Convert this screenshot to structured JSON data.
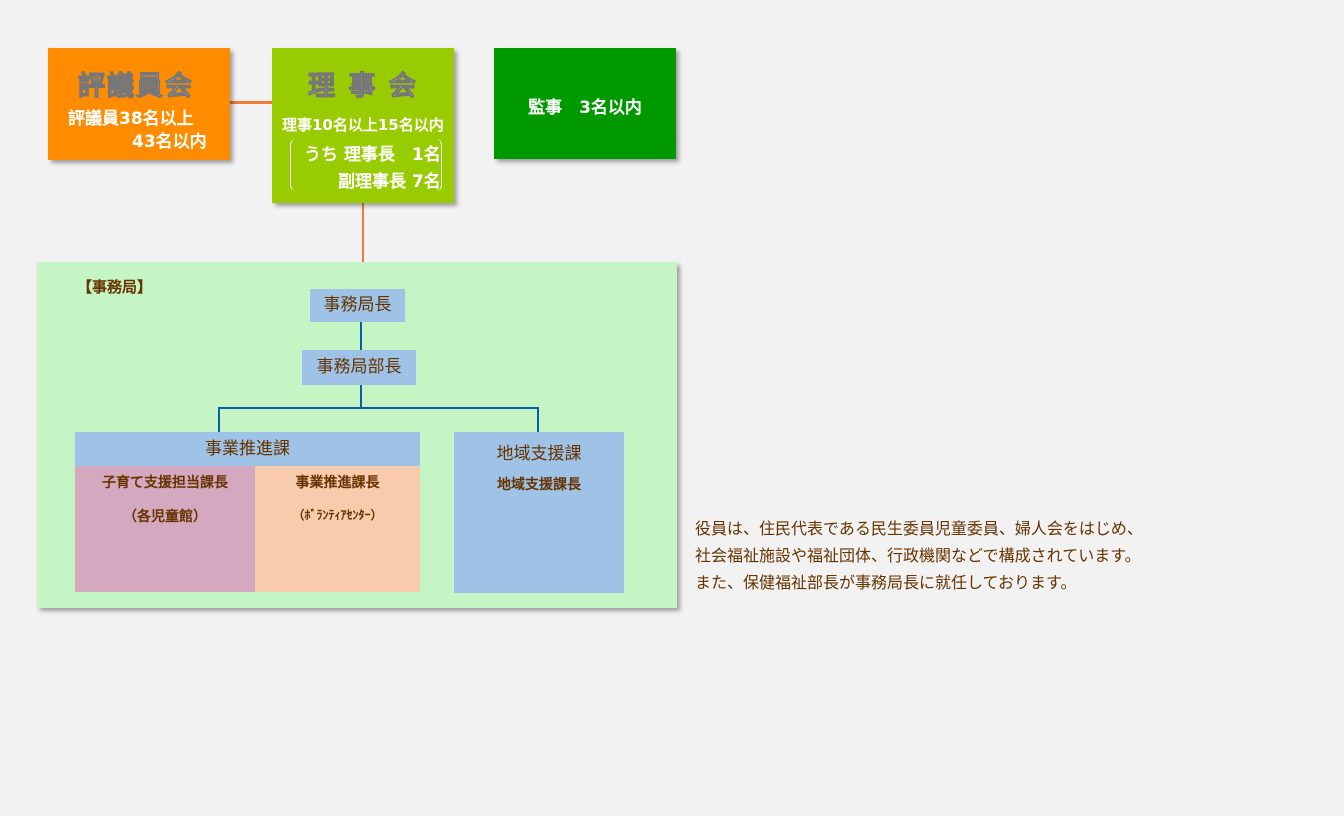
{
  "council": {
    "title": "評議員会",
    "line1": "評議員38名以上",
    "line2": "43名以内"
  },
  "board": {
    "title": "理 事 会",
    "line1": "理事10名以上15名以内",
    "line2": "うち 理事長　1名",
    "line3": "副理事長 7名"
  },
  "auditor": {
    "title": "監事　3名以内"
  },
  "secretariat": {
    "label": "【事務局】",
    "director": "事務局長",
    "manager": "事務局部長",
    "dept1": {
      "name": "事業推進課",
      "sub1": "子育て支援担当課長",
      "sub1_note": "（各児童館）",
      "sub2": "事業推進課長",
      "sub2_note": "（ﾎﾞﾗﾝﾃｨｱｾﾝﾀｰ）"
    },
    "dept2": {
      "name": "地域支援課",
      "head": "地域支援課長"
    }
  },
  "description": [
    "役員は、住民代表である民生委員児童委員、婦人会をはじめ、",
    "社会福祉施設や福祉団体、行政機関などで構成されています。",
    "また、保健福祉部長が事務局長に就任しております。"
  ],
  "colors": {
    "council": "#ff8c00",
    "board": "#99cc00",
    "auditor": "#009900",
    "panel": "#c5f5c5",
    "org": "#9fc3e6",
    "text": "#663300"
  }
}
